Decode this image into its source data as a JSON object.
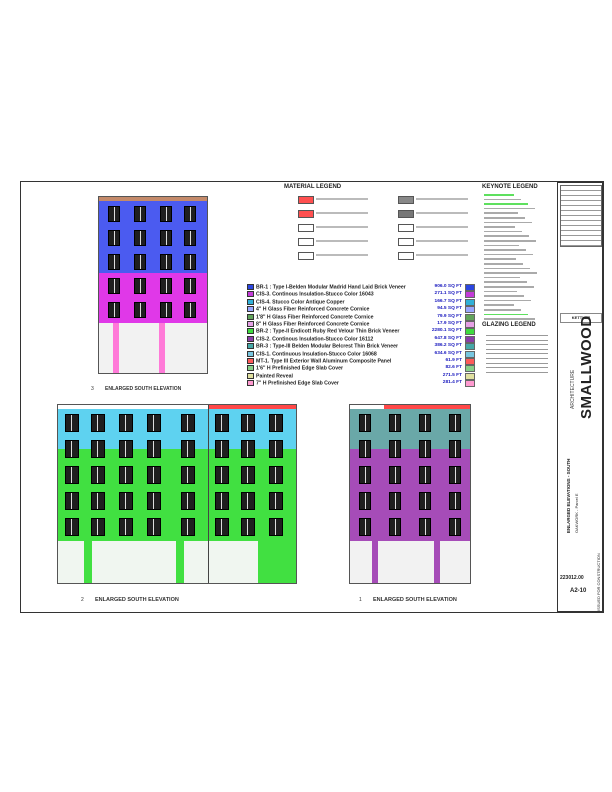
{
  "material_legend": {
    "title": "MATERIAL LEGEND"
  },
  "keynote_legend": {
    "title": "KEYNOTE LEGEND"
  },
  "glazing_legend": {
    "title": "GLAZING LEGEND"
  },
  "quantities": [
    {
      "label": "BR-1 : Type I-Belden Modular Madrid  Hand Laid Brick Veneer",
      "qty": "906.0 SQ FT",
      "color": "#2b46e0"
    },
    {
      "label": "CIS-3. Continous Insulation-Stucco Color 16043",
      "qty": "271.1 SQ FT",
      "color": "#c43bd8"
    },
    {
      "label": "CIS-4. Stucco Color Antique Copper",
      "qty": "166.7 SQ FT",
      "color": "#31b0d8"
    },
    {
      "label": "4\" H Glass Fiber Reinforced Concrete Cornice",
      "qty": "94.5 SQ FT",
      "color": "#9aa6ff"
    },
    {
      "label": "1'8\" H Glass Fiber Reinforced Concrete Cornice",
      "qty": "79.9 SQ FT",
      "color": "#61a35b"
    },
    {
      "label": "8\" H Glass Fiber Reinforced Concrete Cornice",
      "qty": "17.9 SQ FT",
      "color": "#e6a0e6"
    },
    {
      "label": "BR-2 : Type-II Endicott Ruby Red Velour Thin Brick Veneer",
      "qty": "2280.1 SQ FT",
      "color": "#3fdb3f"
    },
    {
      "label": "CIS-2. Continous Insulation-Stucco Color 16112",
      "qty": "647.8 SQ FT",
      "color": "#8a3ca8"
    },
    {
      "label": "BR-3 : Type-III Belden Modular Belcrest Thin Brick Veneer",
      "qty": "386.2 SQ FT",
      "color": "#46a8a8"
    },
    {
      "label": "CIS-1. Continuous Insulation-Stucco Color 16068",
      "qty": "634.6 SQ FT",
      "color": "#78c6e0"
    },
    {
      "label": "MT-1. Type III Exterior Wall Aluminum Composite Panel",
      "qty": "61.9 FT",
      "color": "#ff5a5a"
    },
    {
      "label": "1'6\" H Prefinished Edge Slab Cover",
      "qty": "82.6 FT",
      "color": "#88d088"
    },
    {
      "label": "Painted Reveal",
      "qty": "271.5 FT",
      "color": "#e0e0a0"
    },
    {
      "label": "7\" H Prefinished Edge Slab Cover",
      "qty": "281.4 FT",
      "color": "#ff9ad0"
    }
  ],
  "elevations": [
    {
      "label": "ENLARGED SOUTH ELEVATION",
      "num": "3"
    },
    {
      "label": "ENLARGED SOUTH ELEVATION",
      "num": "2"
    },
    {
      "label": "ENLARGED SOUTH ELEVATION",
      "num": "1"
    }
  ],
  "title_block": {
    "firm": "SMALLWOOD",
    "architecture": "ARCHITECTURE",
    "consultant": "KETTLER",
    "sheet_title": "ENLARGED ELEVATIONS - SOUTH",
    "project": "OAKWORK - Parcel E",
    "project_no": "223012.00",
    "sheet_no": "A2-10",
    "status": "ISSUED FOR CONSTRUCTION"
  }
}
